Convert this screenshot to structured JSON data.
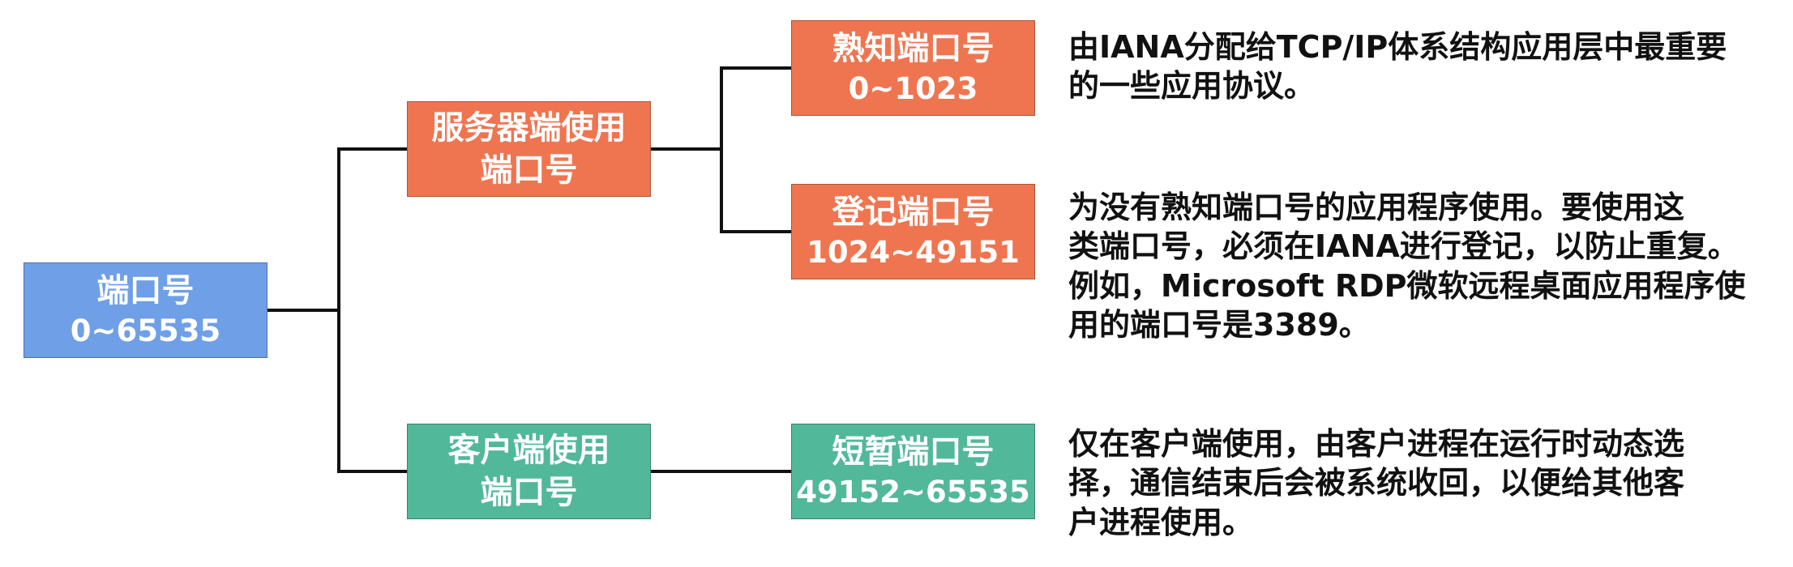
{
  "colors": {
    "root": "#6f9fe6",
    "server": "#ef7550",
    "client": "#52b89a",
    "line": "#111111"
  },
  "nodes": {
    "root": {
      "line1": "端口号",
      "line2": "0~65535"
    },
    "server": {
      "line1": "服务器端使用",
      "line2": "端口号"
    },
    "client": {
      "line1": "客户端使用",
      "line2": "端口号"
    },
    "well_known": {
      "line1": "熟知端口号",
      "line2": "0~1023"
    },
    "registered": {
      "line1": "登记端口号",
      "line2": "1024~49151"
    },
    "ephemeral": {
      "line1": "短暂端口号",
      "line2": "49152~65535"
    }
  },
  "descriptions": {
    "well_known": [
      "由IANA分配给TCP/IP体系结构应用层中最重要",
      "的一些应用协议。"
    ],
    "registered": [
      "为没有熟知端口号的应用程序使用。要使用这",
      "类端口号，必须在IANA进行登记，以防止重复。",
      "例如，Microsoft RDP微软远程桌面应用程序使",
      "用的端口号是3389。"
    ],
    "ephemeral": [
      "仅在客户端使用，由客户进程在运行时动态选",
      "择，通信结束后会被系统收回，以便给其他客",
      "户进程使用。"
    ]
  }
}
